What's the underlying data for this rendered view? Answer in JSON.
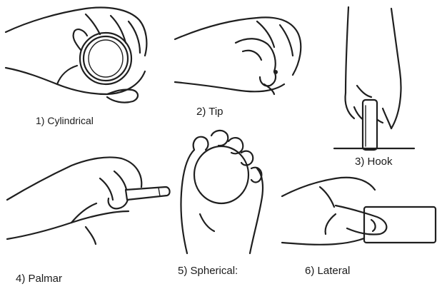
{
  "figure": {
    "grips": [
      {
        "label": "1) Cylindrical"
      },
      {
        "label": "2) Tip"
      },
      {
        "label": "3) Hook"
      },
      {
        "label": "4) Palmar"
      },
      {
        "label": "5) Spherical:"
      },
      {
        "label": "6) Lateral"
      }
    ]
  }
}
